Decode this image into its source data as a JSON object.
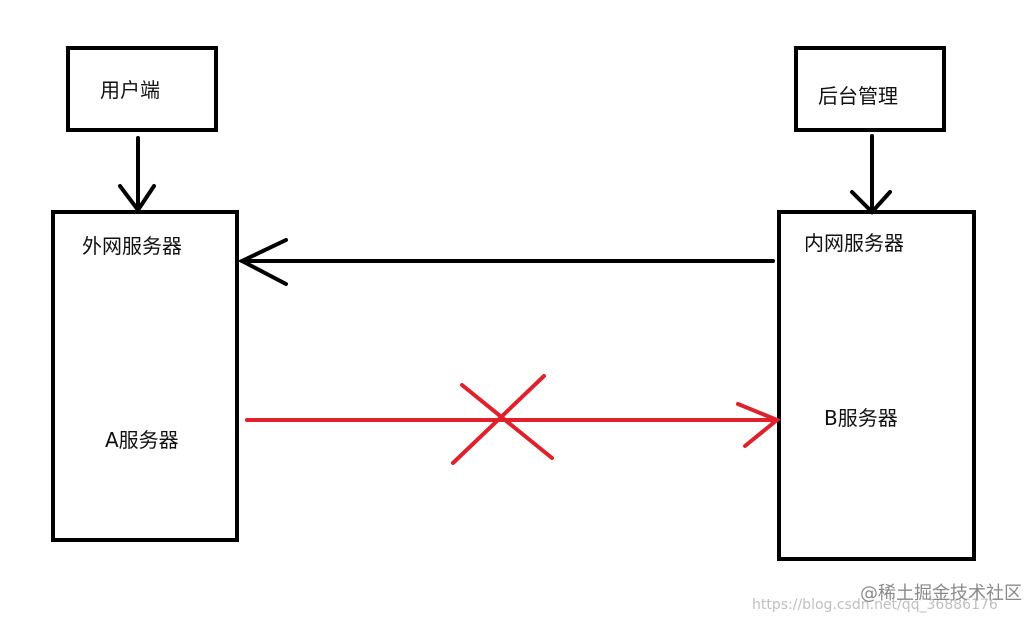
{
  "nodes": {
    "user_client": {
      "label": "用户端"
    },
    "backend_admin": {
      "label": "后台管理"
    },
    "external_server": {
      "label": "外网服务器",
      "sublabel": "A服务器"
    },
    "internal_server": {
      "label": "内网服务器",
      "sublabel": "B服务器"
    }
  },
  "edges": [
    {
      "from": "user_client",
      "to": "external_server",
      "color": "#000000",
      "allowed": true
    },
    {
      "from": "backend_admin",
      "to": "internal_server",
      "color": "#000000",
      "allowed": true
    },
    {
      "from": "internal_server",
      "to": "external_server",
      "color": "#000000",
      "allowed": true
    },
    {
      "from": "external_server",
      "to": "internal_server",
      "color": "#e0202b",
      "allowed": false
    }
  ],
  "watermark": {
    "brand": "@稀土掘金技术社区",
    "url": "https://blog.csdn.net/qq_36886176"
  }
}
